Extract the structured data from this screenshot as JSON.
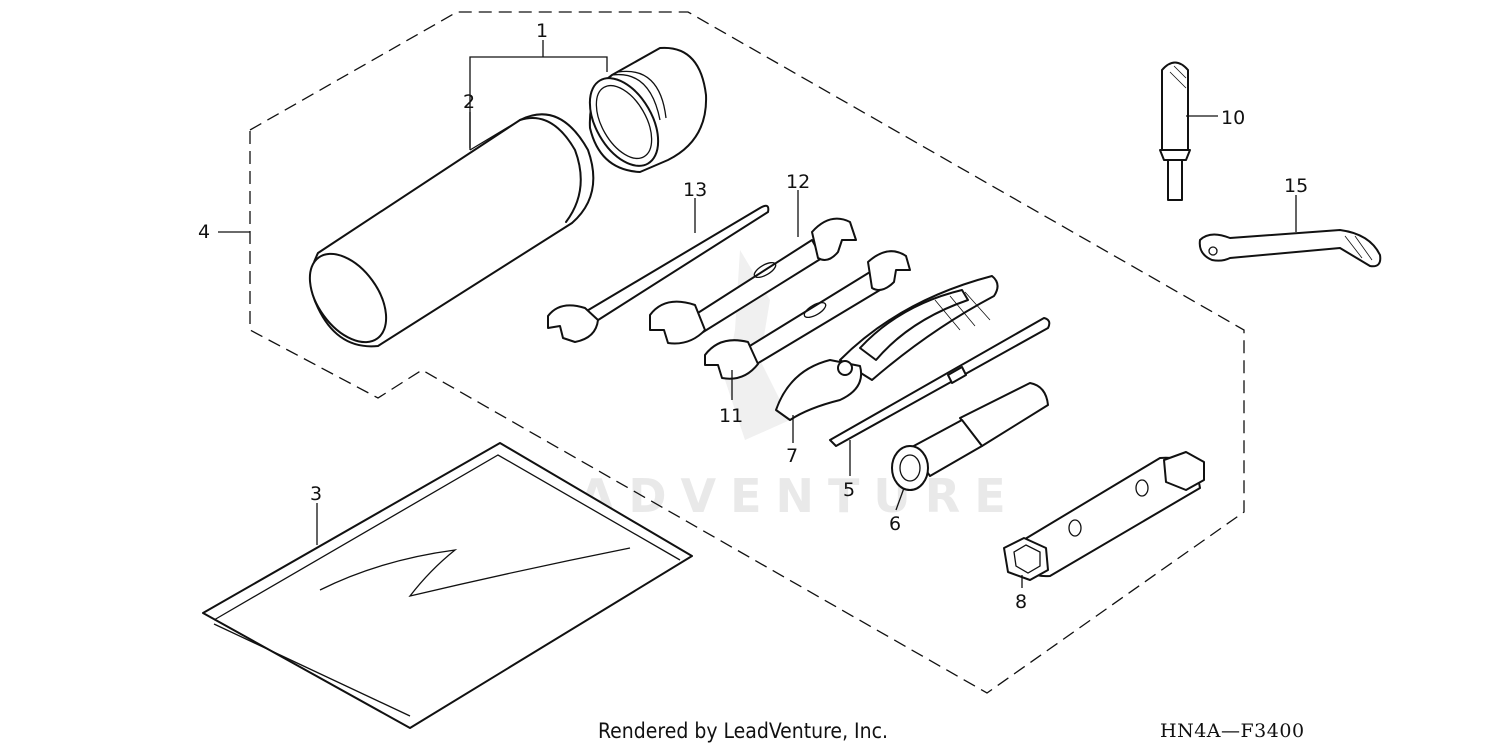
{
  "diagram": {
    "callouts": [
      {
        "id": "1",
        "label": "1"
      },
      {
        "id": "2",
        "label": "2"
      },
      {
        "id": "3",
        "label": "3"
      },
      {
        "id": "4",
        "label": "4"
      },
      {
        "id": "5",
        "label": "5"
      },
      {
        "id": "6",
        "label": "6"
      },
      {
        "id": "7",
        "label": "7"
      },
      {
        "id": "8",
        "label": "8"
      },
      {
        "id": "10",
        "label": "10"
      },
      {
        "id": "11",
        "label": "11"
      },
      {
        "id": "12",
        "label": "12"
      },
      {
        "id": "13",
        "label": "13"
      },
      {
        "id": "15",
        "label": "15"
      }
    ],
    "watermark": "LEADVENTURE",
    "footer_credit": "Rendered by LeadVenture, Inc.",
    "diagram_code": "HN4A—F3400"
  }
}
